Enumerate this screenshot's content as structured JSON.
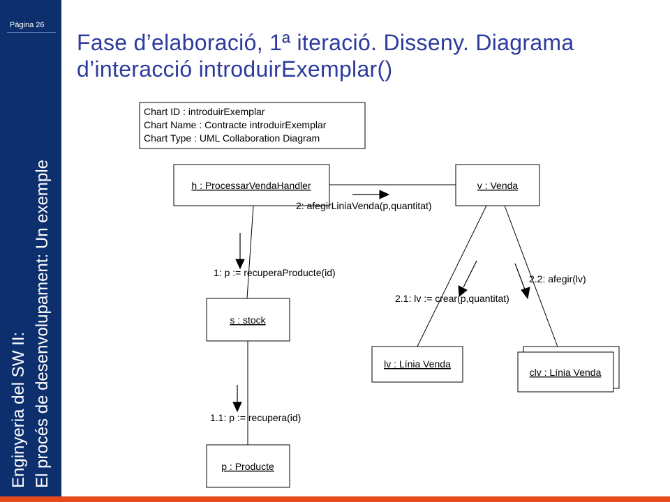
{
  "sidebar": {
    "page_number": "Pàgina 26",
    "title_lines": [
      "Enginyeria del SW II:",
      "El procés de desenvolupament: Un exemple"
    ]
  },
  "slide": {
    "title_lines": [
      "Fase d’elaboració, 1ª iteració. Disseny. Diagrama",
      "d’interacció introduirExemplar()"
    ]
  },
  "diagram": {
    "note_lines": [
      "Chart ID : introduirExemplar",
      "Chart Name : Contracte introduirExemplar",
      "Chart Type : UML Collaboration Diagram"
    ],
    "objects": {
      "handler": "h : ProcessarVendaHandler",
      "venda": "v : Venda",
      "stock": "s : stock",
      "producte": "p : Producte",
      "linia": "lv : Línia Venda",
      "coleccio": "clv : Línia Venda"
    },
    "messages": {
      "m2": "2: afegirLiniaVenda(p,quantitat)",
      "m1": "1: p := recuperaProducte(id)",
      "m11": "1.1: p := recupera(id)",
      "m21": "2.1: lv := crear(p,quantitat)",
      "m22": "2.2: afegir(lv)"
    }
  },
  "colors": {
    "sidebar": "#0e2f6e",
    "title": "#2c3b9c",
    "bottom_bar": "#e64a1a"
  }
}
